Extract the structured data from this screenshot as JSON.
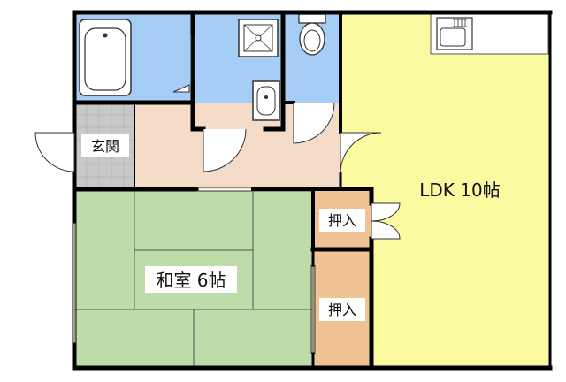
{
  "rooms": {
    "entrance": "玄関",
    "washitsu": "和室 6帖",
    "ldk": "LDK 10帖",
    "closet_upper": "押入",
    "closet_lower": "押入"
  },
  "colors": {
    "wall": "#000000",
    "ldk_floor": "#fafaa0",
    "tatami": "#bedcaa",
    "tatami_line": "#555555",
    "hall_floor": "#f5dcc8",
    "wet_area": "#a6cdf5",
    "closet": "#f0c394",
    "entrance_tile": "#c8c8c8",
    "fixture": "#ffffff"
  }
}
